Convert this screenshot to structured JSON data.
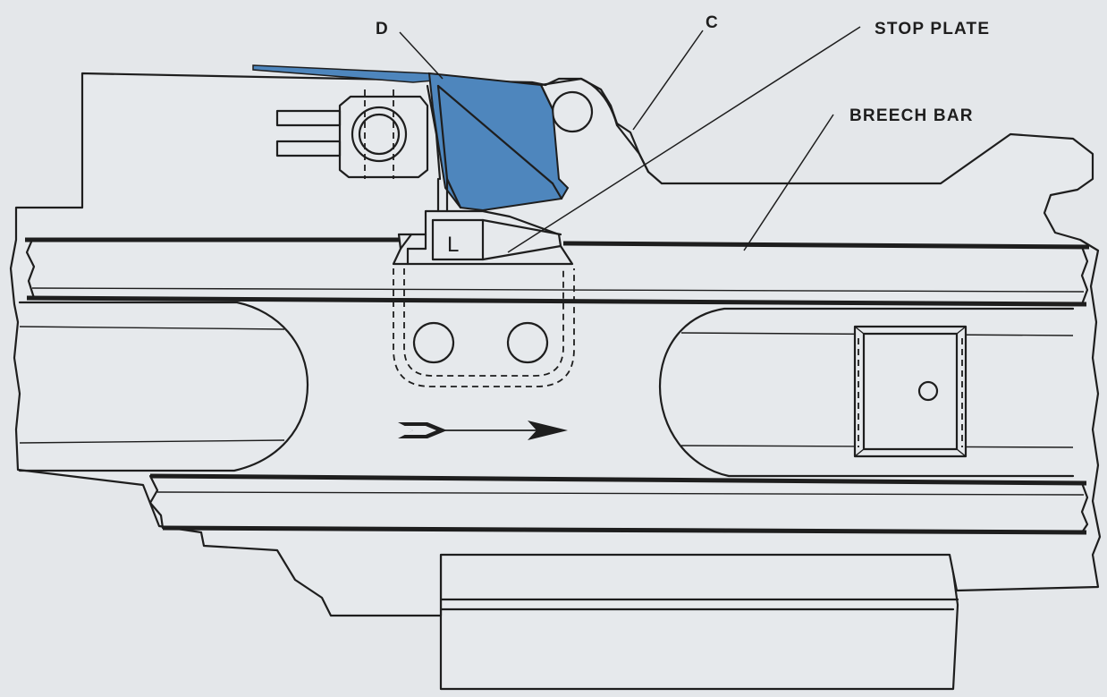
{
  "labels": {
    "d": "D",
    "c": "C",
    "stop_plate": "STOP PLATE",
    "breech_bar": "BREECH BAR",
    "l": "L"
  },
  "colors": {
    "background": "#e4e7ea",
    "line": "#1e1e1e",
    "highlight": "#4e86bd"
  },
  "icons": {
    "direction": "arrow-right-icon"
  }
}
